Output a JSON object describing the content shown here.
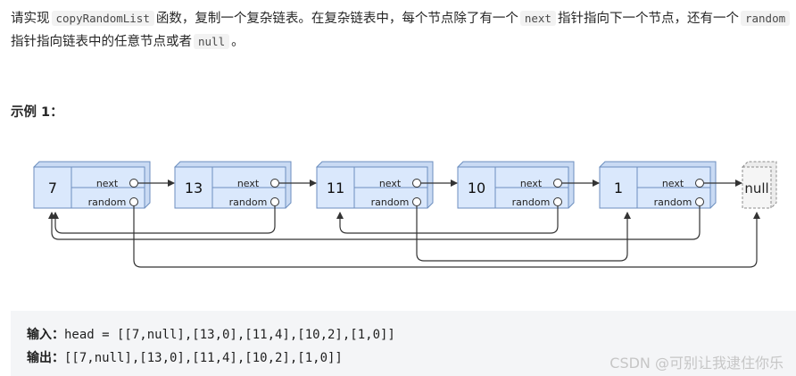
{
  "description": {
    "part1": "请实现",
    "code_func": "copyRandomList",
    "part2": "函数，复制一个复杂链表。在复杂链表中，每个节点除了有一个",
    "code_next": "next",
    "part3": "指针指向下一个节点，还有一个",
    "code_random": "random",
    "part4": "指针指向链表中的任意节点或者",
    "code_null": "null",
    "part5": "。"
  },
  "example": {
    "title": "示例 1："
  },
  "diagram": {
    "nodes": [
      {
        "value": "7",
        "next_label": "next",
        "random_label": "random"
      },
      {
        "value": "13",
        "next_label": "next",
        "random_label": "random"
      },
      {
        "value": "11",
        "next_label": "next",
        "random_label": "random"
      },
      {
        "value": "10",
        "next_label": "next",
        "random_label": "random"
      },
      {
        "value": "1",
        "next_label": "next",
        "random_label": "random"
      }
    ],
    "null_label": "null",
    "colors": {
      "node_fill": "#dae8fc",
      "node_stroke": "#6c8ebf",
      "arrow": "#333333",
      "null_fill": "#f5f5f5"
    }
  },
  "io": {
    "input_label": "输入：",
    "input_value": "head = [[7,null],[13,0],[11,4],[10,2],[1,0]]",
    "output_label": "输出：",
    "output_value": "[[7,null],[13,0],[11,4],[10,2],[1,0]]"
  },
  "watermark": "CSDN @可别让我逮住你乐"
}
